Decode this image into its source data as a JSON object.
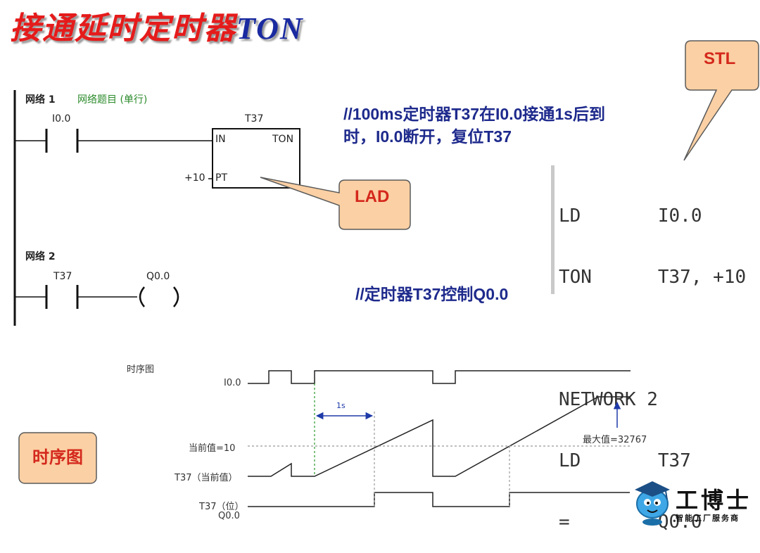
{
  "title": {
    "main": "接通延时定时器",
    "suffix": "TON"
  },
  "ladder": {
    "network1": {
      "label": "网络 1",
      "comment": "网络题目 (单行)"
    },
    "contact1": "I0.0",
    "timer": {
      "name": "T37",
      "in": "IN",
      "ton": "TON",
      "pt": "PT",
      "preset": "+10"
    },
    "network2": {
      "label": "网络 2"
    },
    "contact2": "T37",
    "coil": "Q0.0"
  },
  "comments": {
    "line1": "//100ms定时器T37在I0.0接通1s后到",
    "line2": "时，I0.0断开，复位T37",
    "network2": "//定时器T37控制Q0.0"
  },
  "stl": {
    "lines": [
      "LD       I0.0",
      "TON      T37, +10",
      "",
      "NETWORK 2",
      "LD       T37",
      "=        Q0.0"
    ]
  },
  "callouts": {
    "stl": "STL",
    "lad": "LAD",
    "timing": "时序图"
  },
  "timing": {
    "title": "时序图",
    "i00_label": "I0.0",
    "preset_label": "当前值=10",
    "t37_current_label": "T37（当前值）",
    "t37_bit_label": "T37（位）",
    "q00_label": "Q0.0",
    "delay_label": "1s",
    "max_label": "最大值=32767"
  },
  "logo": {
    "name": "工博士",
    "subtitle": "智能工厂服务商"
  },
  "colors": {
    "title": "#e51b1b",
    "title_suffix": "#1a2aa0",
    "comment": "#1e2a8c",
    "callout_fill": "#fbd0a4",
    "callout_text": "#d4281c",
    "network_comment": "#2a8a2a"
  }
}
